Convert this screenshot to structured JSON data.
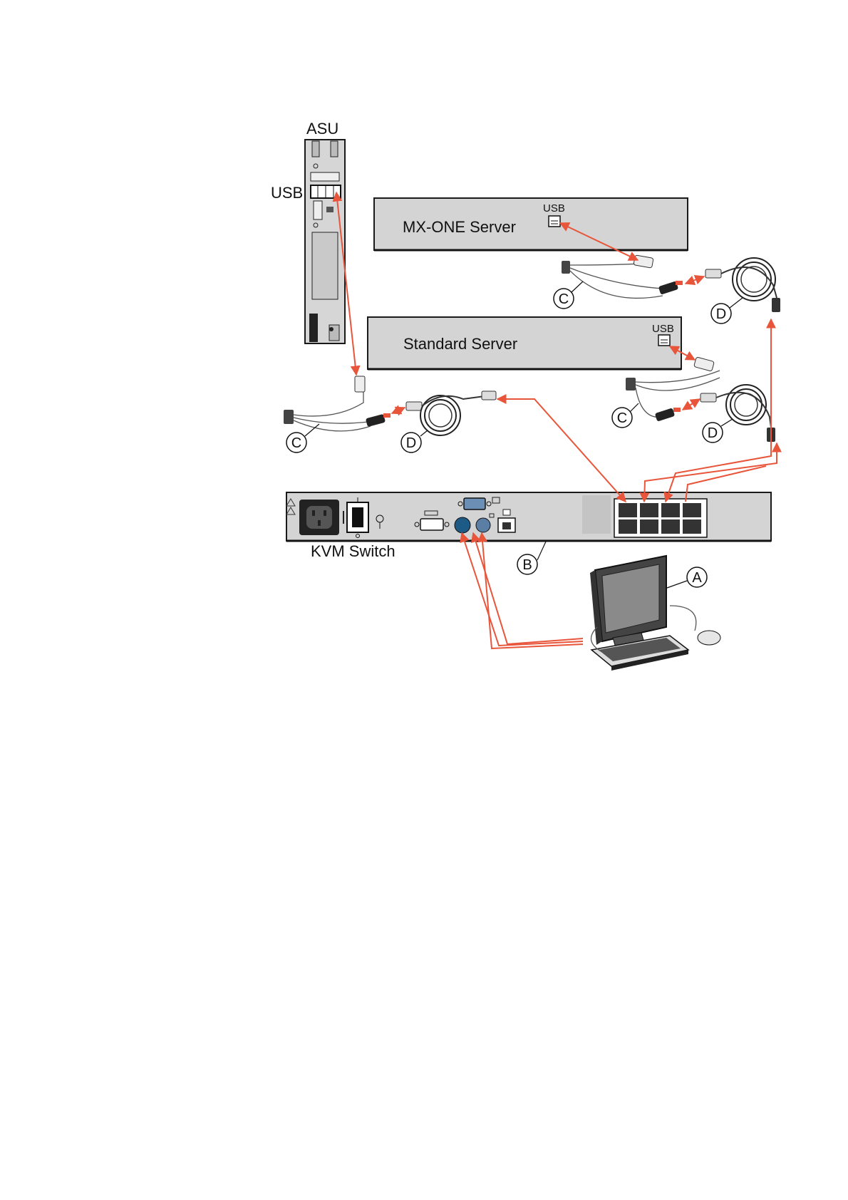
{
  "labels": {
    "asu": "ASU",
    "asu_usb": "USB",
    "mx_server": "MX-ONE Server",
    "mx_usb": "USB",
    "std_server": "Standard Server",
    "std_usb": "USB",
    "kvm": "KVM Switch"
  },
  "callouts": {
    "a": "A",
    "b": "B",
    "c": "C",
    "d": "D"
  },
  "colors": {
    "connection": "#e8553a",
    "panel": "#d4d4d4",
    "outline": "#1a1a1a"
  }
}
